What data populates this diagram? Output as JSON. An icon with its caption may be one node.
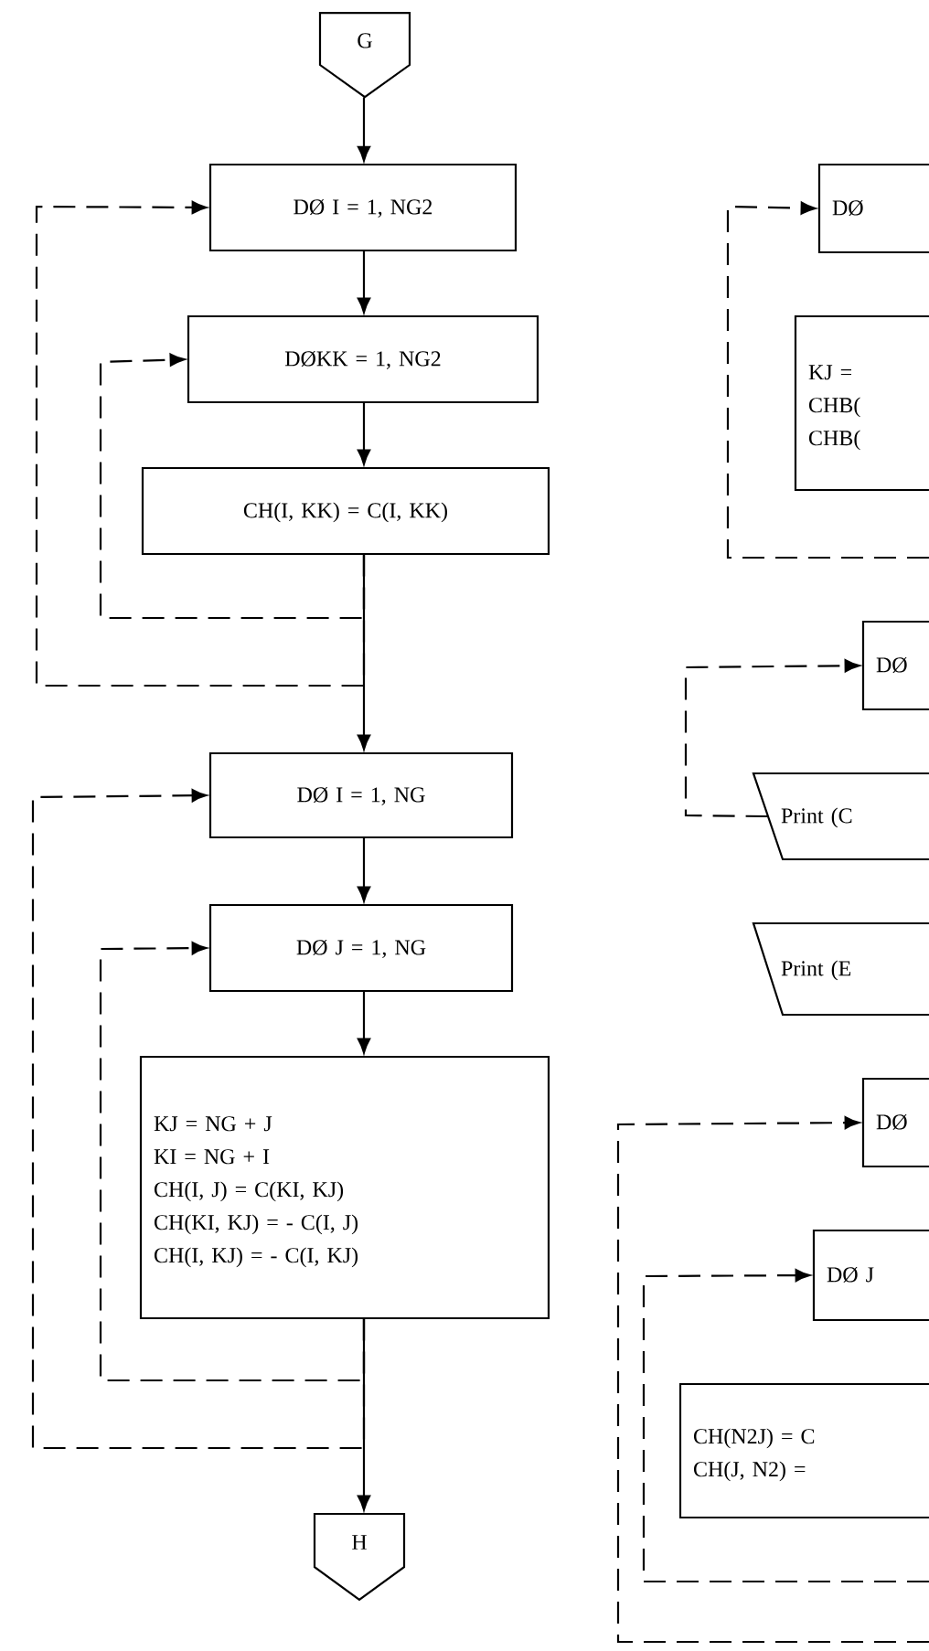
{
  "diagram": {
    "nodes": [
      {
        "text": [
          "G"
        ]
      },
      {
        "text": [
          "DØ I = 1, NG2"
        ]
      },
      {
        "text": [
          "DØKK = 1, NG2"
        ]
      },
      {
        "text": [
          "CH(I, KK) = C(I, KK)"
        ]
      },
      {
        "text": [
          "DØ I = 1, NG"
        ]
      },
      {
        "text": [
          "DØ J = 1, NG"
        ]
      },
      {
        "text": [
          "KJ = NG + J",
          "KI = NG + I",
          "CH(I, J) = C(KI, KJ)",
          "CH(KI, KJ) = - C(I, J)",
          "CH(I, KJ) = - C(I, KJ)"
        ]
      },
      {
        "text": [
          "H"
        ]
      },
      {
        "text": [
          "DØ"
        ]
      },
      {
        "text": [
          "KJ =",
          "CHB(",
          "CHB("
        ]
      },
      {
        "text": [
          "DØ"
        ]
      },
      {
        "text": [
          "Print (C"
        ]
      },
      {
        "text": [
          "Print (E"
        ]
      },
      {
        "text": [
          "DØ"
        ]
      },
      {
        "text": [
          "DØ J"
        ]
      },
      {
        "text": [
          "CH(N2J) = C",
          "CH(J, N2) ="
        ]
      }
    ],
    "edges": [
      {
        "from": 0,
        "to": 1,
        "arrow": "to"
      },
      {
        "from": 1,
        "to": 2,
        "arrow": "to"
      },
      {
        "from": 2,
        "to": 3,
        "arrow": "to"
      },
      {
        "from": 3,
        "to": 4,
        "arrow": "to"
      },
      {
        "from": 3,
        "to": 2,
        "arrow": "to",
        "style": "dashed"
      },
      {
        "from": 3,
        "to": 1,
        "arrow": "to",
        "style": "dashed"
      },
      {
        "from": 4,
        "to": 5,
        "arrow": "to"
      },
      {
        "from": 5,
        "to": 6,
        "arrow": "to"
      },
      {
        "from": 6,
        "to": 7,
        "arrow": "to"
      },
      {
        "from": 6,
        "to": 5,
        "arrow": "to",
        "style": "dashed"
      },
      {
        "from": 6,
        "to": 4,
        "arrow": "to",
        "style": "dashed"
      },
      {
        "from": null,
        "to": 8,
        "arrow": "to",
        "style": "dashed"
      },
      {
        "from": 11,
        "to": 10,
        "arrow": "to",
        "style": "dashed"
      },
      {
        "from": null,
        "to": 13,
        "arrow": "to",
        "style": "dashed"
      },
      {
        "from": null,
        "to": 14,
        "arrow": "to",
        "style": "dashed"
      }
    ]
  }
}
